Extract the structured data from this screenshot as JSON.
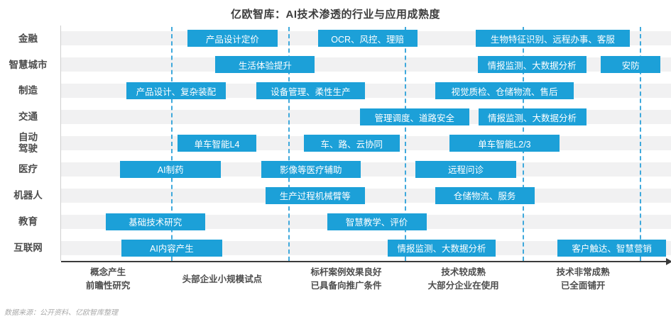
{
  "title": "亿欧智库：AI技术渗透的行业与应用成熟度",
  "source_note": "数据来源：公开资料、亿欧智库整理",
  "colors": {
    "box_fill": "#1ca0d8",
    "box_text": "#ffffff",
    "row_band": "#f1f1f2",
    "stage_divider": "#3fa9dc",
    "axis_line": "#3b3b3b",
    "label_text": "#4d4d4d"
  },
  "chart_data": {
    "type": "table",
    "title": "亿欧智库：AI技术渗透的行业与应用成熟度",
    "x_axis_stages": [
      {
        "label": "概念产生\n前瞻性研究",
        "center_pct": 7.8
      },
      {
        "label": "头部企业小规模试点",
        "center_pct": 26.5
      },
      {
        "label": "标杆案例效果良好\n已具备向推广条件",
        "center_pct": 46.8
      },
      {
        "label": "技术较成熟\n大部分企业在使用",
        "center_pct": 66.0
      },
      {
        "label": "技术非常成熟\n已全面铺开",
        "center_pct": 85.6
      }
    ],
    "stage_divider_pcts": [
      18.0,
      37.2,
      56.4,
      75.7,
      94.9
    ],
    "rows": [
      {
        "industry": "金融",
        "items": [
          {
            "label": "产品设计定价",
            "left_pct": 20.7,
            "width_pct": 14.8
          },
          {
            "label": "OCR、风控、理赔",
            "left_pct": 42.1,
            "width_pct": 16.3
          },
          {
            "label": "生物特征识别、远程办事、客服",
            "left_pct": 68.0,
            "width_pct": 25.2
          }
        ]
      },
      {
        "industry": "智慧城市",
        "items": [
          {
            "label": "生活体验提升",
            "left_pct": 25.3,
            "width_pct": 16.3
          },
          {
            "label": "情报监测、大数据分析",
            "left_pct": 68.3,
            "width_pct": 17.8
          },
          {
            "label": "安防",
            "left_pct": 88.5,
            "width_pct": 9.8
          }
        ]
      },
      {
        "industry": "制造",
        "items": [
          {
            "label": "产品设计、复杂装配",
            "left_pct": 10.7,
            "width_pct": 16.3
          },
          {
            "label": "设备管理、柔性生产",
            "left_pct": 32.0,
            "width_pct": 17.8
          },
          {
            "label": "视觉质检、仓储物流、售后",
            "left_pct": 61.4,
            "width_pct": 22.6
          }
        ]
      },
      {
        "industry": "交通",
        "items": [
          {
            "label": "管理调度、道路安全",
            "left_pct": 49.0,
            "width_pct": 17.9
          },
          {
            "label": "情报监测、大数据分析",
            "left_pct": 68.4,
            "width_pct": 17.7
          }
        ]
      },
      {
        "industry": "自动\n驾驶",
        "items": [
          {
            "label": "单车智能L4",
            "left_pct": 19.1,
            "width_pct": 12.9
          },
          {
            "label": "车、路、云协同",
            "left_pct": 39.8,
            "width_pct": 15.7
          },
          {
            "label": "单车智能L2/3",
            "left_pct": 63.7,
            "width_pct": 18.0
          }
        ]
      },
      {
        "industry": "医疗",
        "items": [
          {
            "label": "AI制药",
            "left_pct": 9.7,
            "width_pct": 16.5
          },
          {
            "label": "影像等医疗辅助",
            "left_pct": 32.8,
            "width_pct": 16.3
          },
          {
            "label": "远程问诊",
            "left_pct": 58.1,
            "width_pct": 16.5
          }
        ]
      },
      {
        "industry": "机器人",
        "items": [
          {
            "label": "生产过程机械臂等",
            "left_pct": 33.5,
            "width_pct": 16.3
          },
          {
            "label": "仓储物流、服务",
            "left_pct": 61.3,
            "width_pct": 16.3
          }
        ]
      },
      {
        "industry": "教育",
        "items": [
          {
            "label": "基础技术研究",
            "left_pct": 7.3,
            "width_pct": 16.3
          },
          {
            "label": "智慧教学、评价",
            "left_pct": 43.6,
            "width_pct": 16.3
          }
        ]
      },
      {
        "industry": "互联网",
        "items": [
          {
            "label": "AI内容产生",
            "left_pct": 9.9,
            "width_pct": 16.5
          },
          {
            "label": "情报监测、大数据分析",
            "left_pct": 53.5,
            "width_pct": 17.8
          },
          {
            "label": "客户触达、智慧营销",
            "left_pct": 81.4,
            "width_pct": 17.8
          }
        ]
      }
    ]
  }
}
